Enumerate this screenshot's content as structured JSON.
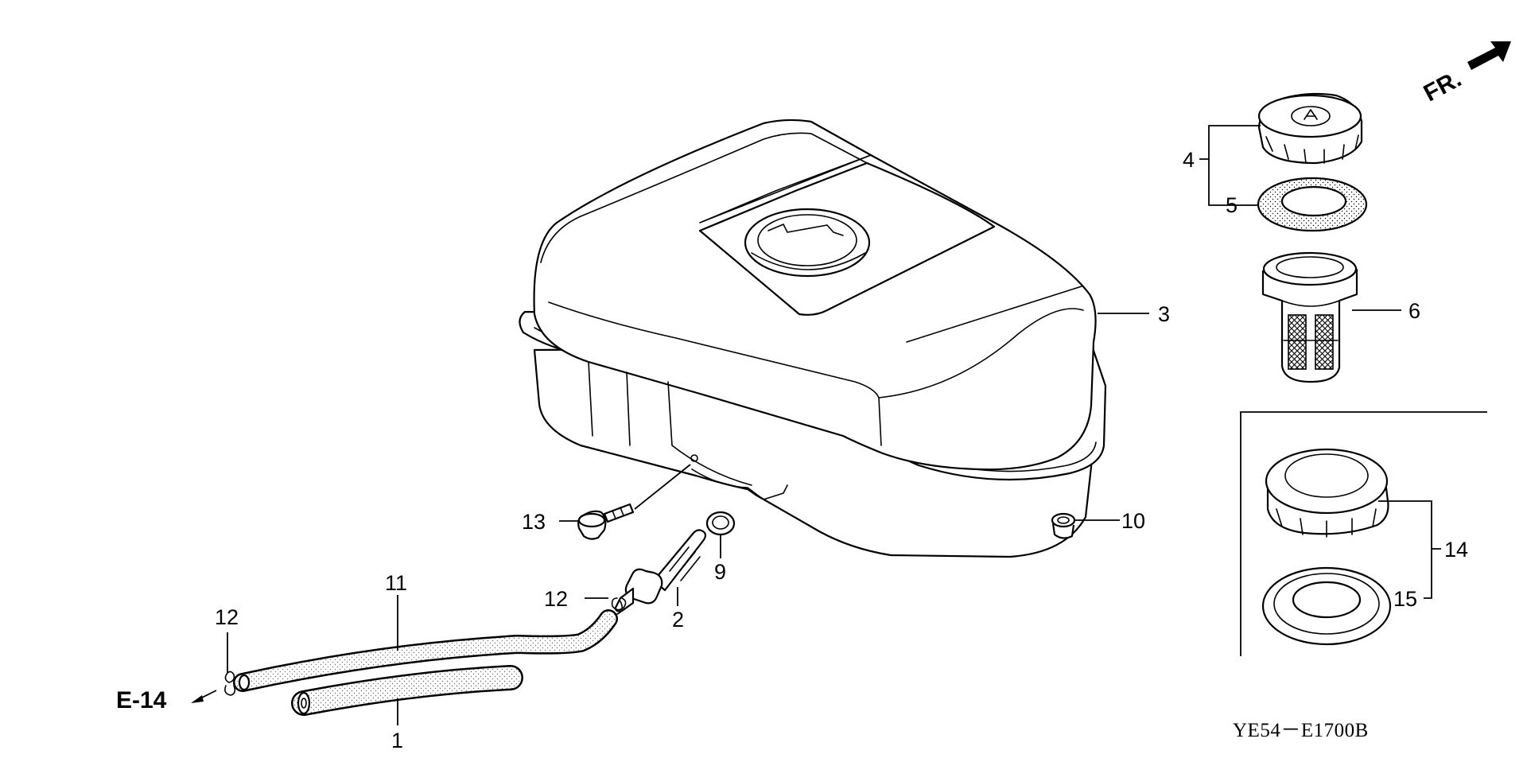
{
  "diagram": {
    "code": "YE54－E1700B",
    "direction_label": "FR.",
    "ref_label": "E-14",
    "callouts": {
      "p1": "1",
      "p2": "2",
      "p3": "3",
      "p4": "4",
      "p5": "5",
      "p6": "6",
      "p9": "9",
      "p10": "10",
      "p11": "11",
      "p12a": "12",
      "p12b": "12",
      "p13": "13",
      "p14": "14",
      "p15": "15"
    }
  }
}
